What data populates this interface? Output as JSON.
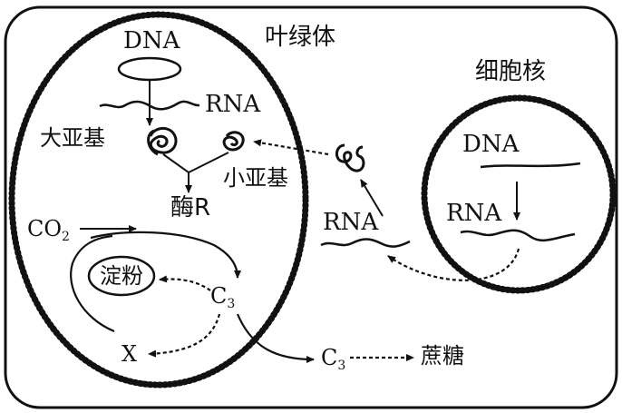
{
  "diagram": {
    "chloroplast_label": "叶绿体",
    "nucleus_label": "细胞核",
    "chloroplast": {
      "dna": "DNA",
      "rna": "RNA",
      "large_subunit": "大亚基",
      "small_subunit": "小亚基",
      "enzyme": "酶R",
      "co2": "CO",
      "co2_sub": "2",
      "starch": "淀粉",
      "c3": "C",
      "c3_sub": "3",
      "x": "X"
    },
    "cytoplasm": {
      "rna": "RNA",
      "c3": "C",
      "c3_sub": "3",
      "sucrose": "蔗糖"
    },
    "nucleus": {
      "dna": "DNA",
      "rna": "RNA"
    }
  }
}
